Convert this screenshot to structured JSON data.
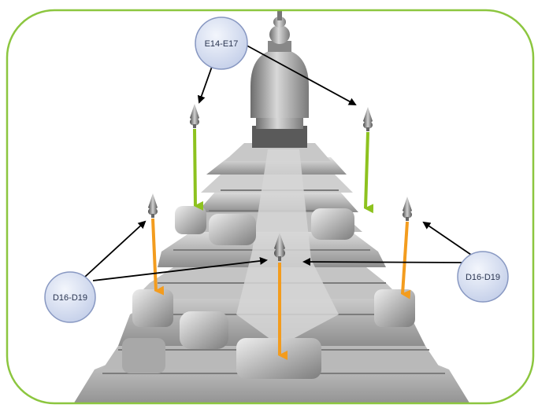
{
  "labels": {
    "top": "E14-E17",
    "left": "D16-D19",
    "right": "D16-D19"
  },
  "colors": {
    "frame": "#8cc63f",
    "green_arrow": "#8dc21f",
    "orange_arrow": "#f39c1e",
    "pointer": "#000000",
    "bubble_fill": "#dbe3f4",
    "bubble_stroke": "#7f8fb8",
    "stone_light": "#d9d9d9",
    "stone_mid": "#a9a9a9",
    "stone_dark": "#6e6e6e"
  },
  "icons": [
    "finial-icon"
  ]
}
